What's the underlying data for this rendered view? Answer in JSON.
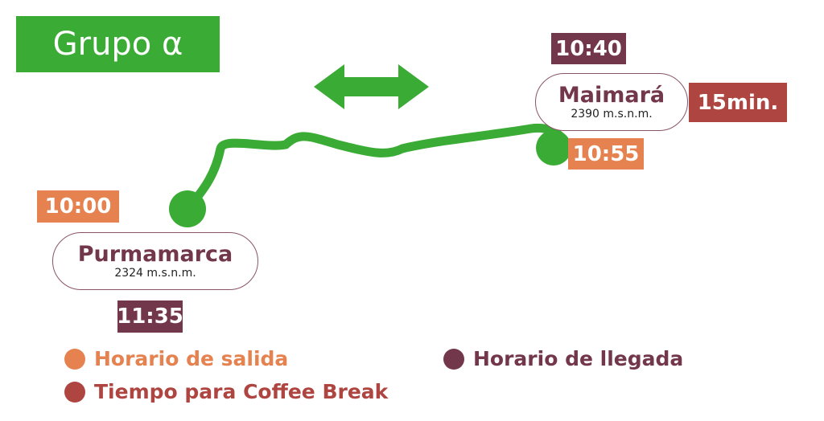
{
  "title": "Grupo α",
  "colors": {
    "green": "#3aab35",
    "departure": "#e5824f",
    "arrival": "#73374b",
    "break": "#ae4540"
  },
  "stops": [
    {
      "name": "Purmamarca",
      "altitude": "2324 m.s.n.m.",
      "departure": "10:00",
      "arrival": "11:35"
    },
    {
      "name": "Maimará",
      "altitude": "2390 m.s.n.m.",
      "arrival": "10:40",
      "departure": "10:55",
      "break": "15min."
    }
  ],
  "legend": {
    "departure": "Horario de salida",
    "arrival": "Horario de llegada",
    "break": "Tiempo para Coffee Break"
  }
}
